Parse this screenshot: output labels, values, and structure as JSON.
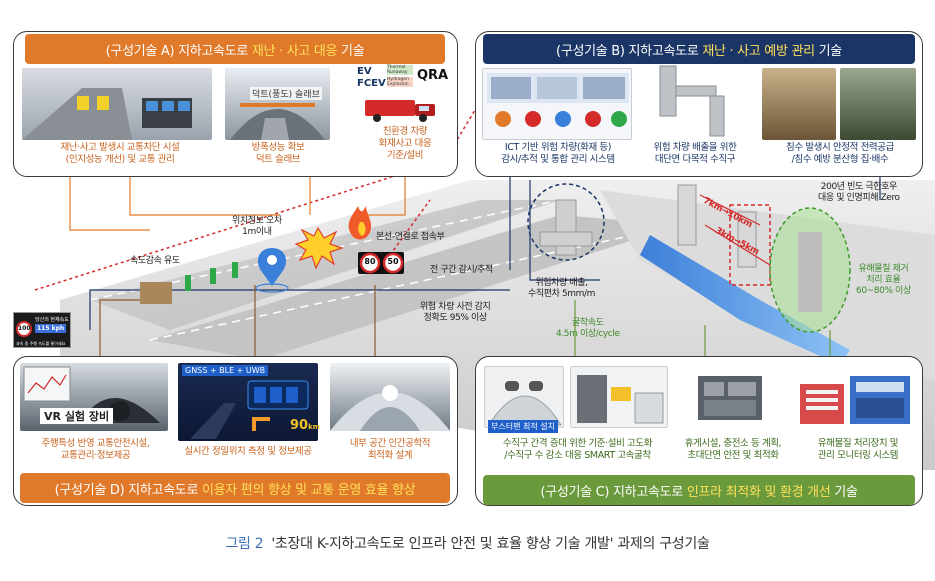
{
  "group_a": {
    "header_prefix": "(구성기술 A) 지하고속도로",
    "header_highlight": "재난 · 사고 대응",
    "header_suffix": "기술",
    "items": [
      {
        "caption_line1": "재난·사고 발생시 교통차단 시설",
        "caption_line2": "(인지성능 개선) 및 교통 관리"
      },
      {
        "label": "덕트(풍도) 슬래브",
        "caption_line1": "방폭성능 확보",
        "caption_line2": "덕트 슬래브"
      },
      {
        "label_ev": "EV",
        "label_fcev": "FCEV",
        "label_qra": "QRA",
        "label_thermal": "Thermal Runaway",
        "label_hydrogen": "Hydrogen Explosion",
        "caption_line1": "친환경 차량",
        "caption_line2": "화재사고 대응",
        "caption_line3": "기준/설비"
      }
    ]
  },
  "group_b": {
    "header_prefix": "(구성기술 B) 지하고속도로",
    "header_highlight": "재난 · 사고 예방 관리",
    "header_suffix": "기술",
    "items": [
      {
        "caption_line1": "ICT 기반 위험 차량(화재 등)",
        "caption_line2": "감시/추적 및 통합 관리 시스템"
      },
      {
        "caption_line1": "위험 차량 배출을 위한",
        "caption_line2": "대단면 다목적 수직구"
      },
      {
        "caption_line1": "침수 발생시 안정적 전력공급",
        "caption_line2": "/침수 예방 분산형 집·배수"
      }
    ]
  },
  "group_c": {
    "header_prefix": "(구성기술 C) 지하고속도로",
    "header_highlight": "인프라 최적화 및 환경 개선",
    "header_suffix": "기술",
    "items": [
      {
        "label": "부스터팬 최적 설치",
        "caption_line1": "수직구 간격 증대 위한 기준·설비 고도화",
        "caption_line2": "/수직구 수 감소 대응 SMART 고속굴착"
      },
      {
        "caption_line1": "휴게시설, 충전소 등 계획,",
        "caption_line2": "초대단면 안전 및 최적화"
      },
      {
        "caption_line1": "유해물질 처리장치 및",
        "caption_line2": "관리 모니터링 시스템"
      }
    ]
  },
  "group_d": {
    "header_prefix": "(구성기술 D) 지하고속도로",
    "header_highlight": "이용자 편의 향상 및 교통 운영 효율 향상",
    "items": [
      {
        "label": "VR 실험 장비",
        "caption_line1": "주행특성 반영 교통안전시설,",
        "caption_line2": "교통관리·정보제공"
      },
      {
        "label": "GNSS + BLE + UWB",
        "speed": "90",
        "speed_unit": "km",
        "caption_line1": "실시간 정밀위치 측정 및 정보제공"
      },
      {
        "caption_line1": "내부 공간 인간공학적",
        "caption_line2": "최적화 설계"
      }
    ]
  },
  "annotations": {
    "speed_guidance": "속도감속 유도",
    "position_error_line1": "위치정보 오차",
    "position_error_line2": "1m이내",
    "branch_contact": "본선-연결로 접속부",
    "full_section_monitoring": "전 구간 감시/추적",
    "sign_left": "80",
    "sign_right": "50",
    "risk_detect_line1": "위험 차량 사전 감지",
    "risk_detect_line2": "정확도 95% 이상",
    "risk_exit_line1": "위험차량 배출,",
    "risk_exit_line2": "수직편차 5mm/m",
    "dig_speed_line1": "굴착속도",
    "dig_speed_line2": "4.5m 이상/cycle",
    "distance_a": "7km→10km",
    "distance_b": "3km→5km",
    "flood_line1": "200년 빈도 극한호우",
    "flood_line2": "대응 및 인명피해 Zero",
    "hazard_line1": "유해물질 제거",
    "hazard_line2": "처리 효율",
    "hazard_line3": "60~80% 이상",
    "sign_speed_title": "당신의 현재속도",
    "sign_speed_value": "115 kph",
    "sign_speed_limit": "100",
    "sign_speed_footer": "과속 중 주행 속도를 줄이세요"
  },
  "figure_caption": {
    "number": "그림 2",
    "text": "'초장대 K-지하고속도로 인프라 안전 및 효율 향상 기술 개발' 과제의 구성기술"
  },
  "colors": {
    "orange": "#e07a2a",
    "navy": "#1a3566",
    "green": "#6a9a3c",
    "red_dotted": "#d42a2a",
    "highlight_yellow": "#ffe05a"
  }
}
